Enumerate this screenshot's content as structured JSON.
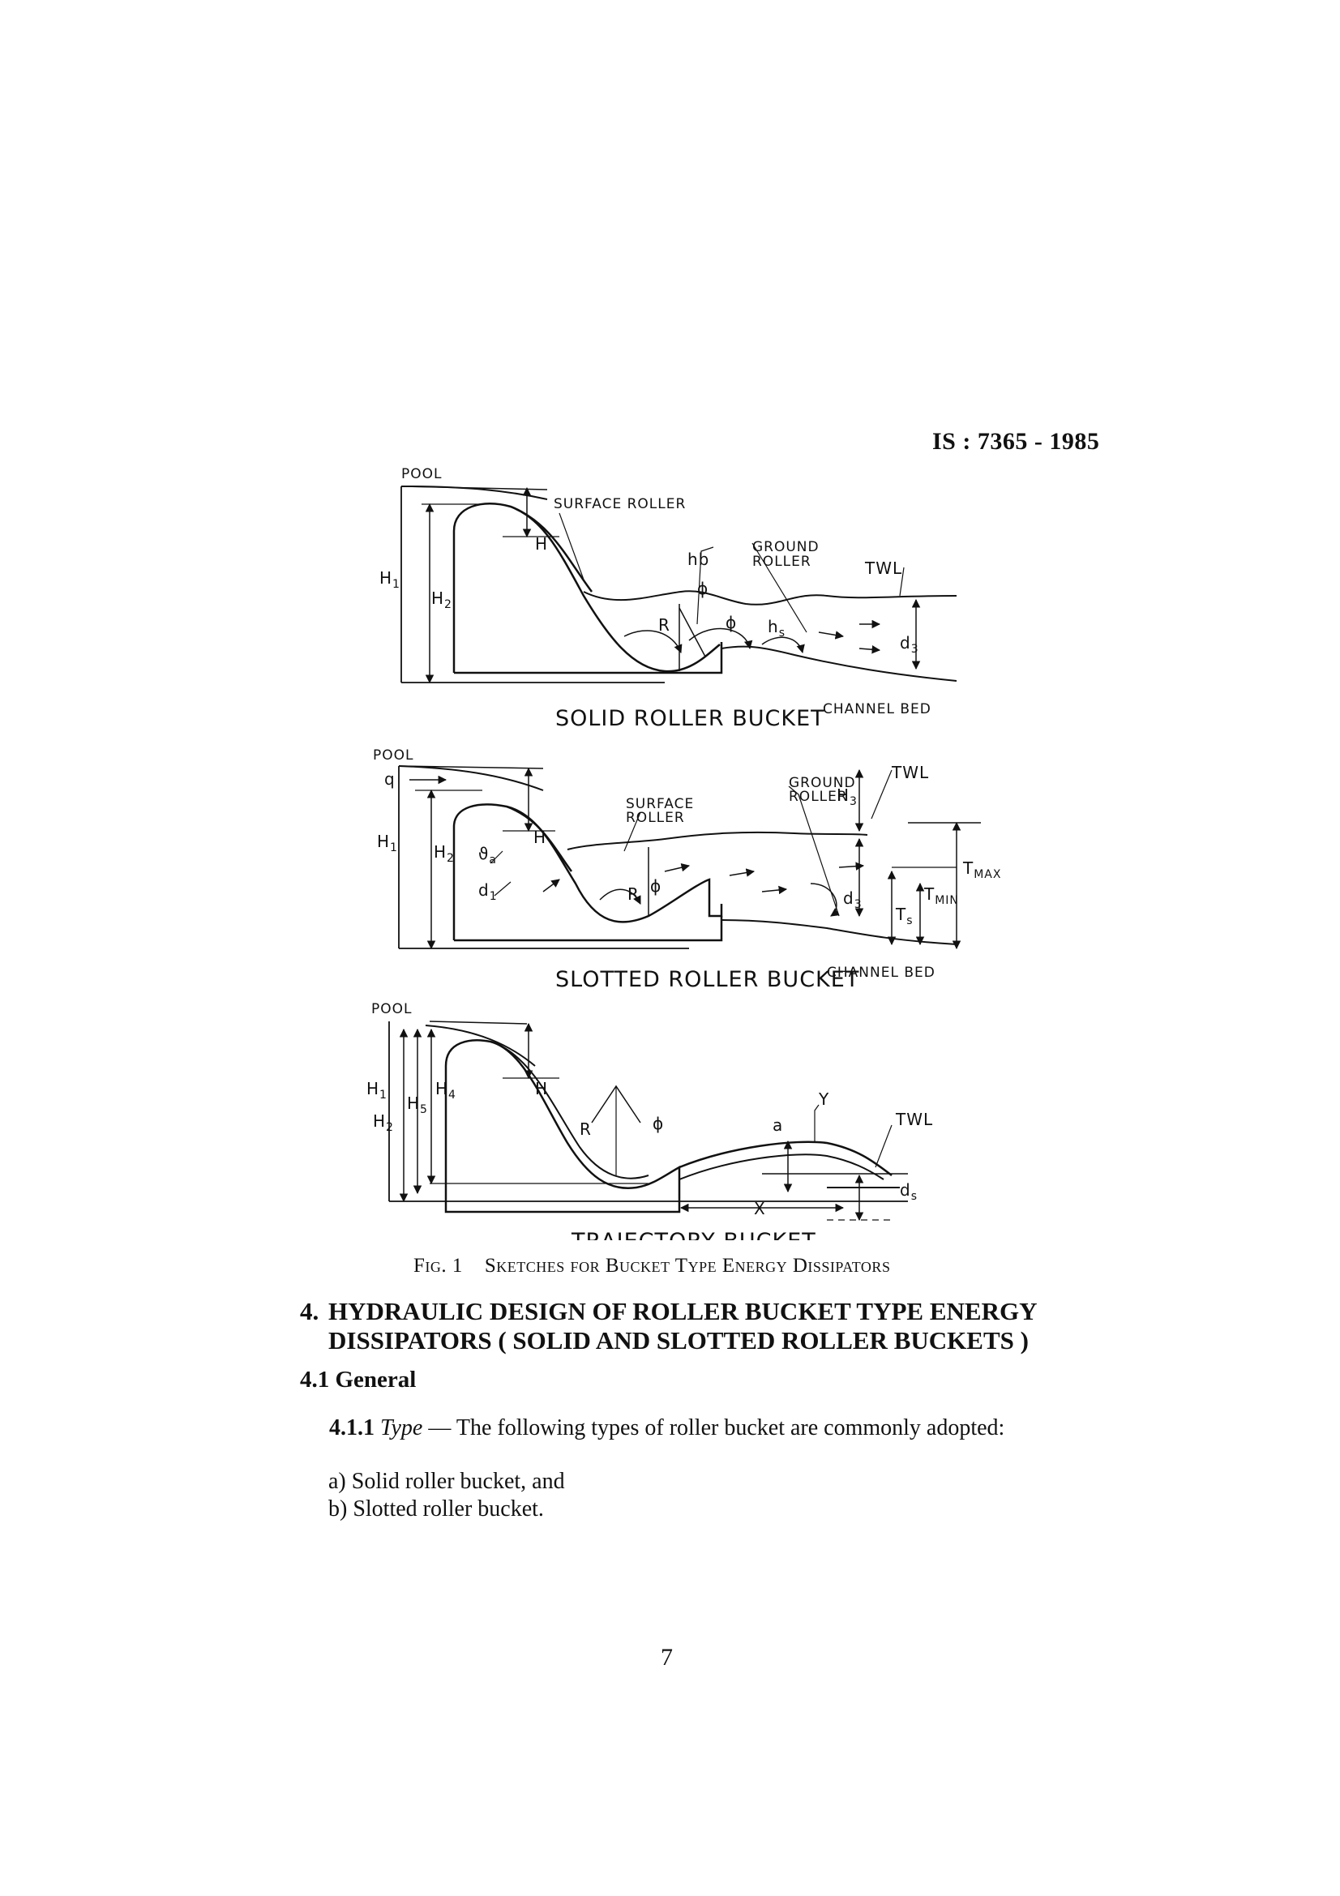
{
  "header": {
    "standard": "IS : 7365 - 1985"
  },
  "figure": {
    "solid": {
      "pool": "POOL",
      "surface_roller": "SURFACE ROLLER",
      "ground_roller_1": "GROUND",
      "ground_roller_2": "ROLLER",
      "twl": "TWL",
      "h": "H",
      "h1": "H",
      "h1_sub": "1",
      "h2": "H",
      "h2_sub": "2",
      "hb": "hb",
      "phi": "ϕ",
      "phi2": "ϕ",
      "r": "R",
      "hs": "h",
      "hs_sub": "s",
      "d3": "d",
      "d3_sub": "3",
      "caption": "SOLID ROLLER BUCKET",
      "channel_bed": "CHANNEL BED"
    },
    "slotted": {
      "pool": "POOL",
      "q": "q",
      "surface_roller_1": "SURFACE",
      "surface_roller_2": "ROLLER",
      "ground_roller_1": "GROUND",
      "ground_roller_2": "ROLLER",
      "twl": "TWL",
      "h": "H",
      "h1": "H",
      "h1_sub": "1",
      "h2": "H",
      "h2_sub": "2",
      "h3": "H",
      "h3_sub": "3",
      "va": "ϑ",
      "va_sub": "a",
      "d1": "d",
      "d1_sub": "1",
      "r": "R",
      "phi": "ϕ",
      "d3": "d",
      "d3_sub": "3",
      "ts": "T",
      "ts_sub": "s",
      "tmax": "T",
      "tmax_sub": "MAX",
      "tmin": "T",
      "tmin_sub": "MIN",
      "caption": "SLOTTED ROLLER BUCKET",
      "channel_bed": "CHANNEL BED"
    },
    "trajectory": {
      "pool": "POOL",
      "h": "H",
      "h1": "H",
      "h1_sub": "1",
      "h2": "H",
      "h2_sub": "2",
      "h4": "H",
      "h4_sub": "4",
      "h5": "H",
      "h5_sub": "5",
      "r": "R",
      "phi": "ϕ",
      "a": "a",
      "y": "Y",
      "x": "X",
      "twl": "TWL",
      "ds": "d",
      "ds_sub": "s",
      "caption": "TRAJECTORY BUCKET"
    },
    "caption_label": "Fig. 1",
    "caption_text": "Sketches for Bucket Type Energy Dissipators"
  },
  "section": {
    "number": "4.",
    "title_line1": "HYDRAULIC DESIGN OF ROLLER BUCKET TYPE ENERGY",
    "title_line2": "DISSIPATORS ( SOLID AND SLOTTED ROLLER BUCKETS )"
  },
  "subsection": {
    "title": "4.1 General"
  },
  "clause": {
    "number": "4.1.1",
    "title": "Type",
    "dash": " — ",
    "text": "The following types of roller bucket are commonly adopted:"
  },
  "list": [
    {
      "marker": "a)",
      "text": "Solid roller bucket, and"
    },
    {
      "marker": "b)",
      "text": "Slotted roller bucket."
    }
  ],
  "page_number": "7"
}
